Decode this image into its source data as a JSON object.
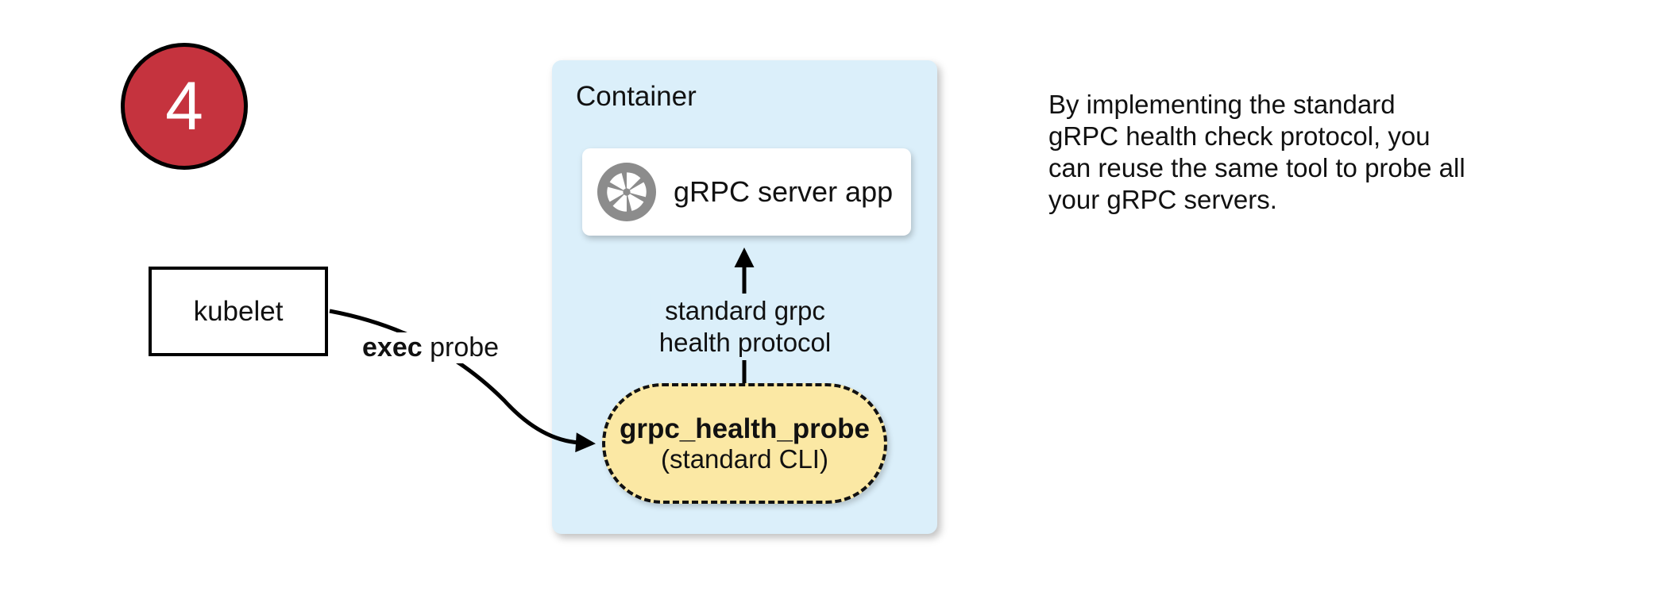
{
  "colors": {
    "badge_red": "#C5333E",
    "container_blue": "#DBEFFA",
    "pill_yellow": "#FBE8A4",
    "icon_gray": "#8C8C8C",
    "stroke_black": "#000000"
  },
  "badge": {
    "number": "4"
  },
  "kubelet_box": {
    "label": "kubelet"
  },
  "exec_probe_label": {
    "bold_part": "exec",
    "rest_part": " probe"
  },
  "container": {
    "title": "Container"
  },
  "server_box": {
    "label": "gRPC server app",
    "icon": "aperture-icon"
  },
  "protocol_label": {
    "line1": "standard grpc",
    "line2": "health protocol"
  },
  "probe_pill": {
    "name": "grpc_health_probe",
    "subtitle": "(standard CLI)"
  },
  "note": {
    "lines": [
      "By implementing the standard",
      "gRPC health check protocol, you",
      "can reuse the same tool to probe all",
      "your gRPC servers."
    ]
  }
}
